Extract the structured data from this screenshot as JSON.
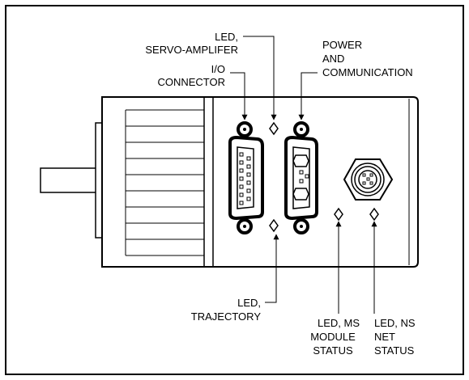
{
  "labels": {
    "led_servo_1": "LED,",
    "led_servo_2": "SERVO-AMPLIFER",
    "io_1": "I/O",
    "io_2": "CONNECTOR",
    "power_1": "POWER",
    "power_2": "AND",
    "power_3": "COMMUNICATION",
    "led_traj_1": "LED,",
    "led_traj_2": "TRAJECTORY",
    "led_ms_1": "LED, MS",
    "led_ms_2": "MODULE",
    "led_ms_3": "STATUS",
    "led_ns_1": "LED, NS",
    "led_ns_2": "NET",
    "led_ns_3": "STATUS"
  }
}
